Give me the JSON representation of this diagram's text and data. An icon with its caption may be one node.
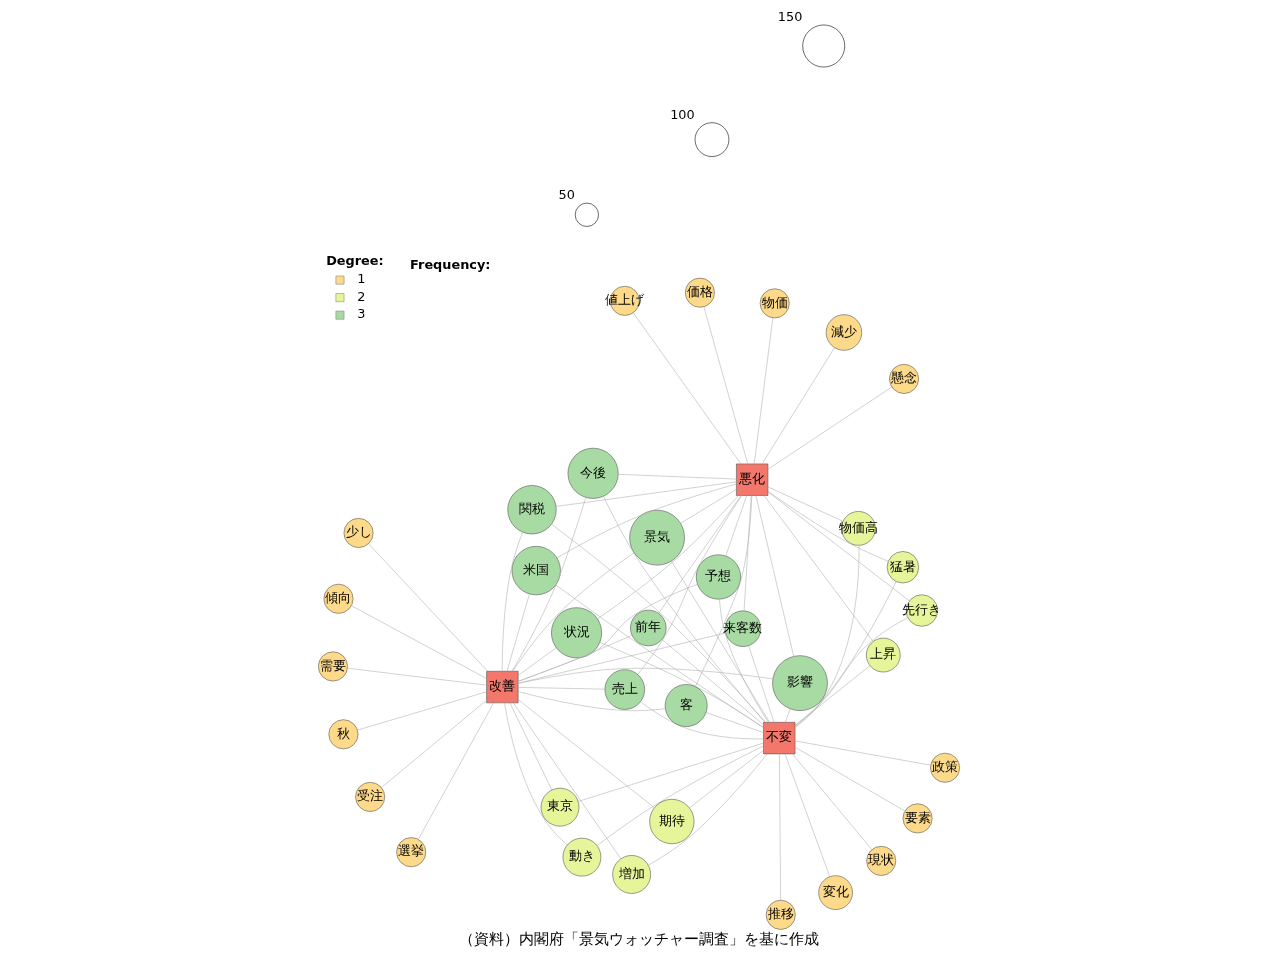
{
  "diagram": {
    "caption": "（資料）内閣府「景気ウォッチャー調査」を基に作成",
    "nodes": [
      {
        "text": [
          "不変"
        ]
      },
      {
        "text": [
          "改善"
        ]
      },
      {
        "text": [
          "悪化"
        ]
      },
      {
        "text": [
          "推移"
        ]
      },
      {
        "text": [
          "政策"
        ]
      },
      {
        "text": [
          "変化"
        ]
      },
      {
        "text": [
          "現状"
        ]
      },
      {
        "text": [
          "要素"
        ]
      },
      {
        "text": [
          "動き"
        ]
      },
      {
        "text": [
          "期待"
        ]
      },
      {
        "text": [
          "増加"
        ]
      },
      {
        "text": [
          "東京"
        ]
      },
      {
        "text": [
          "先行き"
        ]
      },
      {
        "text": [
          "猛暑"
        ]
      },
      {
        "text": [
          "物価高"
        ]
      },
      {
        "text": [
          "上昇"
        ]
      },
      {
        "text": [
          "影響"
        ]
      },
      {
        "text": [
          "関税"
        ]
      },
      {
        "text": [
          "米国"
        ]
      },
      {
        "text": [
          "景気"
        ]
      },
      {
        "text": [
          "売上"
        ]
      },
      {
        "text": [
          "状況"
        ]
      },
      {
        "text": [
          "前年"
        ]
      },
      {
        "text": [
          "予想"
        ]
      },
      {
        "text": [
          "今後"
        ]
      },
      {
        "text": [
          "客"
        ]
      },
      {
        "text": [
          "来客数"
        ]
      },
      {
        "text": [
          "傾向"
        ]
      },
      {
        "text": [
          "秋"
        ]
      },
      {
        "text": [
          "受注"
        ]
      },
      {
        "text": [
          "少し"
        ]
      },
      {
        "text": [
          "選挙"
        ]
      },
      {
        "text": [
          "需要"
        ]
      },
      {
        "text": [
          "値上げ"
        ]
      },
      {
        "text": [
          "減少"
        ]
      },
      {
        "text": [
          "懸念"
        ]
      },
      {
        "text": [
          "価格"
        ]
      },
      {
        "text": [
          "物価"
        ]
      }
    ],
    "edges": [
      {
        "from": 0,
        "to": 3,
        "arrow": "none"
      },
      {
        "from": 0,
        "to": 4,
        "arrow": "none"
      },
      {
        "from": 0,
        "to": 5,
        "arrow": "none"
      },
      {
        "from": 0,
        "to": 6,
        "arrow": "none"
      },
      {
        "from": 0,
        "to": 7,
        "arrow": "none"
      },
      {
        "from": 0,
        "to": 8,
        "arrow": "none"
      },
      {
        "from": 0,
        "to": 9,
        "arrow": "none"
      },
      {
        "from": 0,
        "to": 10,
        "arrow": "none"
      },
      {
        "from": 0,
        "to": 11,
        "arrow": "none"
      },
      {
        "from": 1,
        "to": 8,
        "arrow": "none"
      },
      {
        "from": 1,
        "to": 9,
        "arrow": "none"
      },
      {
        "from": 1,
        "to": 10,
        "arrow": "none"
      },
      {
        "from": 1,
        "to": 11,
        "arrow": "none"
      },
      {
        "from": 0,
        "to": 12,
        "arrow": "none"
      },
      {
        "from": 0,
        "to": 13,
        "arrow": "none"
      },
      {
        "from": 0,
        "to": 14,
        "arrow": "none"
      },
      {
        "from": 0,
        "to": 15,
        "arrow": "none"
      },
      {
        "from": 2,
        "to": 12,
        "arrow": "none"
      },
      {
        "from": 2,
        "to": 13,
        "arrow": "none"
      },
      {
        "from": 2,
        "to": 14,
        "arrow": "none"
      },
      {
        "from": 2,
        "to": 15,
        "arrow": "none"
      },
      {
        "from": 0,
        "to": 16,
        "arrow": "none"
      },
      {
        "from": 1,
        "to": 16,
        "arrow": "none"
      },
      {
        "from": 2,
        "to": 16,
        "arrow": "none"
      },
      {
        "from": 0,
        "to": 17,
        "arrow": "none"
      },
      {
        "from": 1,
        "to": 17,
        "arrow": "none"
      },
      {
        "from": 2,
        "to": 17,
        "arrow": "none"
      },
      {
        "from": 0,
        "to": 18,
        "arrow": "none"
      },
      {
        "from": 1,
        "to": 18,
        "arrow": "none"
      },
      {
        "from": 2,
        "to": 18,
        "arrow": "none"
      },
      {
        "from": 0,
        "to": 19,
        "arrow": "none"
      },
      {
        "from": 1,
        "to": 19,
        "arrow": "none"
      },
      {
        "from": 2,
        "to": 19,
        "arrow": "none"
      },
      {
        "from": 0,
        "to": 20,
        "arrow": "none"
      },
      {
        "from": 1,
        "to": 20,
        "arrow": "none"
      },
      {
        "from": 2,
        "to": 20,
        "arrow": "none"
      },
      {
        "from": 0,
        "to": 21,
        "arrow": "none"
      },
      {
        "from": 1,
        "to": 21,
        "arrow": "none"
      },
      {
        "from": 2,
        "to": 21,
        "arrow": "none"
      },
      {
        "from": 0,
        "to": 22,
        "arrow": "none"
      },
      {
        "from": 1,
        "to": 22,
        "arrow": "none"
      },
      {
        "from": 2,
        "to": 22,
        "arrow": "none"
      },
      {
        "from": 0,
        "to": 23,
        "arrow": "none"
      },
      {
        "from": 1,
        "to": 23,
        "arrow": "none"
      },
      {
        "from": 2,
        "to": 23,
        "arrow": "none"
      },
      {
        "from": 0,
        "to": 24,
        "arrow": "none"
      },
      {
        "from": 1,
        "to": 24,
        "arrow": "none"
      },
      {
        "from": 2,
        "to": 24,
        "arrow": "none"
      },
      {
        "from": 0,
        "to": 25,
        "arrow": "none"
      },
      {
        "from": 1,
        "to": 25,
        "arrow": "none"
      },
      {
        "from": 2,
        "to": 25,
        "arrow": "none"
      },
      {
        "from": 0,
        "to": 26,
        "arrow": "none"
      },
      {
        "from": 1,
        "to": 26,
        "arrow": "none"
      },
      {
        "from": 2,
        "to": 26,
        "arrow": "none"
      },
      {
        "from": 1,
        "to": 27,
        "arrow": "none"
      },
      {
        "from": 1,
        "to": 28,
        "arrow": "none"
      },
      {
        "from": 1,
        "to": 29,
        "arrow": "none"
      },
      {
        "from": 1,
        "to": 30,
        "arrow": "none"
      },
      {
        "from": 1,
        "to": 31,
        "arrow": "none"
      },
      {
        "from": 1,
        "to": 32,
        "arrow": "none"
      },
      {
        "from": 2,
        "to": 33,
        "arrow": "none"
      },
      {
        "from": 2,
        "to": 34,
        "arrow": "none"
      },
      {
        "from": 2,
        "to": 35,
        "arrow": "none"
      },
      {
        "from": 2,
        "to": 36,
        "arrow": "none"
      },
      {
        "from": 2,
        "to": 37,
        "arrow": "none"
      }
    ],
    "labels": [
      "Degree:",
      "Frequency:"
    ],
    "legend": [
      {
        "text": "1",
        "color": "#fdd98a"
      },
      {
        "text": "2",
        "color": "#e6f59a"
      },
      {
        "text": "3",
        "color": "#a8dba3"
      },
      {
        "text": "50"
      },
      {
        "text": "100"
      },
      {
        "text": "150"
      }
    ]
  }
}
